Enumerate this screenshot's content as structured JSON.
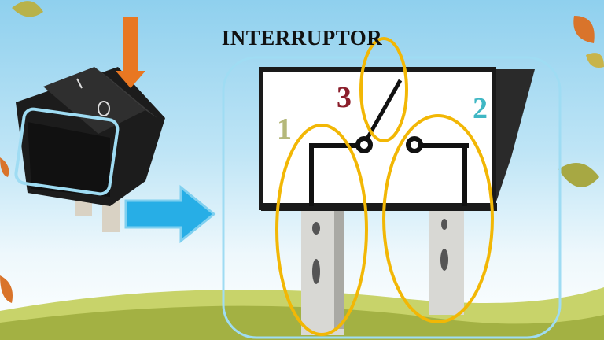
{
  "slide": {
    "title": "INTERRUPTOR",
    "labels": {
      "terminal_1": "1",
      "terminal_3": "3",
      "terminal_2": "2"
    },
    "rocker_symbols": {
      "on": "I",
      "off": "O"
    }
  },
  "colors": {
    "highlight_ellipse": "#f2b705",
    "frame": "#9fdcf3",
    "arrow_down": "#e87722",
    "arrow_right": "#27aee6",
    "label_1": "#b5b87a",
    "label_3": "#8b1e2b",
    "label_2": "#3fb7c4",
    "hill": "#a9b94a"
  }
}
